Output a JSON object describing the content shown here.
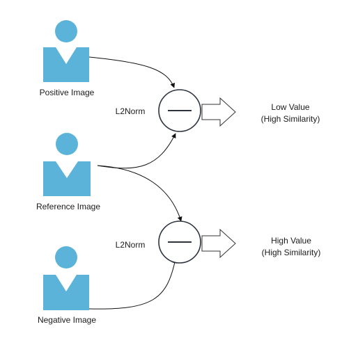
{
  "diagram": {
    "inputs": [
      {
        "id": "positive",
        "label": "Positive Image"
      },
      {
        "id": "reference",
        "label": "Reference Image"
      },
      {
        "id": "negative",
        "label": "Negative Image"
      }
    ],
    "operations": [
      {
        "id": "l2norm_top",
        "label": "L2Norm",
        "output_line1": "Low Value",
        "output_line2": "(High Similarity)"
      },
      {
        "id": "l2norm_bottom",
        "label": "L2Norm",
        "output_line1": "High Value",
        "output_line2": "(High Similarity)"
      }
    ],
    "edges": [
      {
        "from": "positive",
        "to": "l2norm_top"
      },
      {
        "from": "reference",
        "to": "l2norm_top"
      },
      {
        "from": "reference",
        "to": "l2norm_bottom"
      },
      {
        "from": "negative",
        "to": "l2norm_bottom"
      }
    ],
    "colors": {
      "person": "#5bb3d9",
      "stroke": "#2d3440"
    },
    "icons": {
      "input": "person-icon",
      "operation": "minus-circle-icon",
      "output": "right-arrow-icon"
    }
  }
}
